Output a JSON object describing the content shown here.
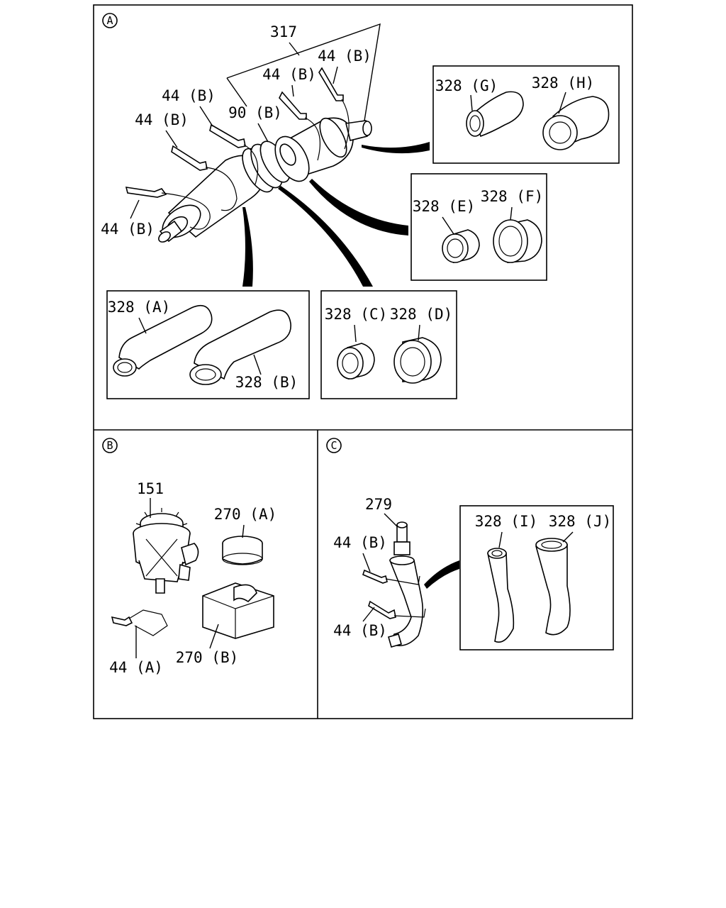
{
  "panels": {
    "A": {
      "marker": "A",
      "labels": {
        "assembly": "317",
        "clip_b_1": "44 (B)",
        "clip_b_2": "44 (B)",
        "clip_b_3": "44 (B)",
        "clip_b_4": "44 (B)",
        "clip_b_5": "44 (B)",
        "clamp": "90 (B)",
        "hose_a": "328 (A)",
        "hose_b": "328 (B)",
        "hose_c": "328 (C)",
        "hose_d": "328 (D)",
        "hose_e": "328 (E)",
        "hose_f": "328 (F)",
        "hose_g": "328 (G)",
        "hose_h": "328 (H)"
      }
    },
    "B": {
      "marker": "B",
      "labels": {
        "valve": "151",
        "cap": "270 (A)",
        "bracket": "270 (B)",
        "clip_a": "44 (A)"
      }
    },
    "C": {
      "marker": "C",
      "labels": {
        "pipe": "279",
        "clip_b_1": "44 (B)",
        "clip_b_2": "44 (B)",
        "hose_i": "328 (I)",
        "hose_j": "328 (J)"
      }
    }
  }
}
